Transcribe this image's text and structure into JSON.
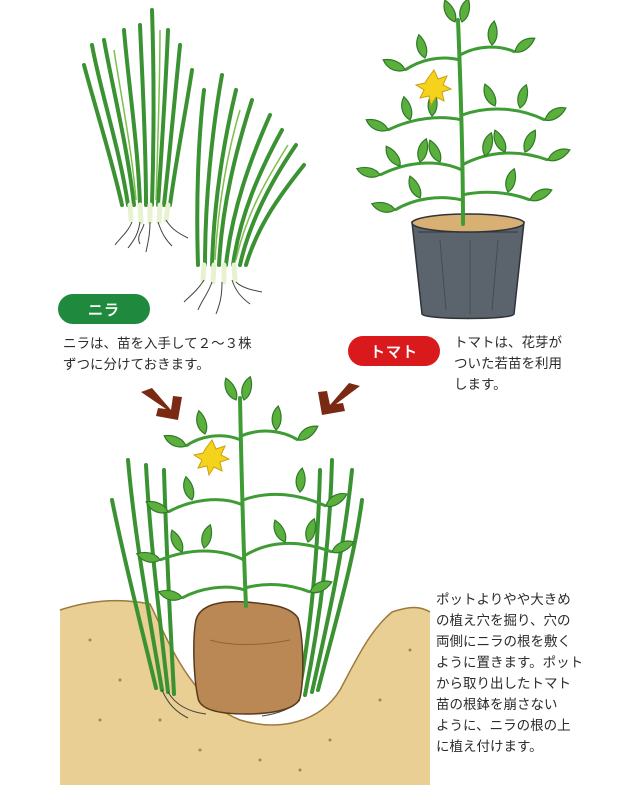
{
  "labels": {
    "nira_badge": "ニラ",
    "tomato_badge": "トマト"
  },
  "notes": {
    "nira": "ニラは、苗を入手して２～３株\nずつに分けておきます。",
    "tomato": "トマトは、花芽が\nついた若苗を利用\nします。",
    "planting": "ポットよりやや大きめ\nの植え穴を掘り、穴の\n両側にニラの根を敷く\nように置きます。ポット\nから取り出したトマト\n苗の根鉢を崩さない\nように、ニラの根の上\nに植え付けます。"
  },
  "colors": {
    "leaf_green": "#3f9c35",
    "leaf_light": "#7cc04b",
    "flower_yellow": "#f5d21c",
    "soil": "#e9cf93",
    "root_ball": "#b98855",
    "pot": "#59616a",
    "arrow": "#7a2a12",
    "nira_badge": "#1f8a3e",
    "tomato_badge": "#d9191c"
  }
}
